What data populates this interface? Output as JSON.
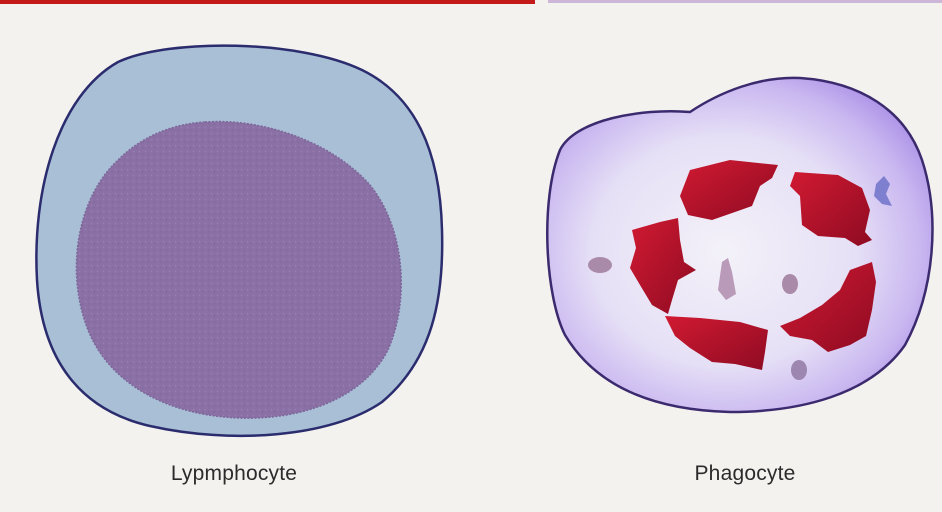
{
  "diagram": {
    "cells": [
      {
        "id": "lymphocyte",
        "label": "Lypmphocyte",
        "colors": {
          "cytoplasm": "#a9bfd6",
          "outline": "#2b2c6e",
          "nucleus": "#8c72a6"
        }
      },
      {
        "id": "phagocyte",
        "label": "Phagocyte",
        "colors": {
          "cytoplasm_center": "#f3f1f8",
          "cytoplasm_edge": "#a98ee6",
          "outline": "#3b2a6e",
          "granules": "#b8102c",
          "inclusions": "#a98aa8"
        }
      }
    ],
    "top_strip_colors": {
      "left": "#c41a1a",
      "right": "#cdb6d8"
    }
  }
}
